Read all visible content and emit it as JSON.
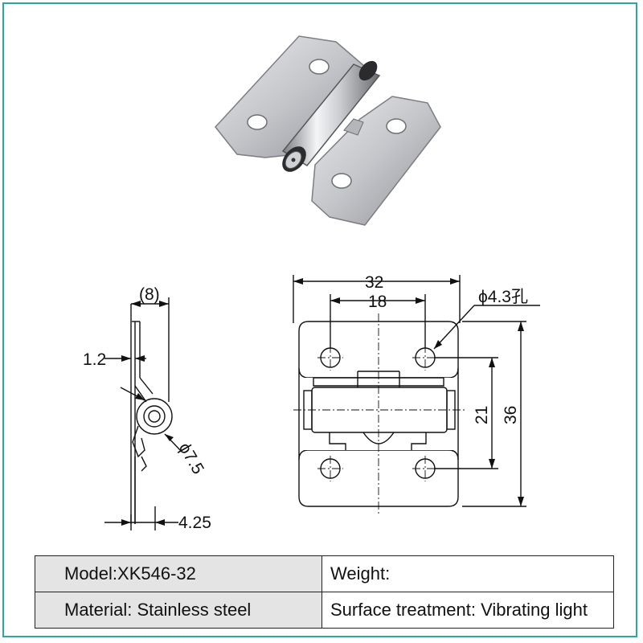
{
  "dimensions": {
    "side_width": "(8)",
    "plate_thickness": "1.2",
    "pin_diameter": "ϕ7.5",
    "side_offset": "4.25",
    "overall_width": "32",
    "hole_spacing_x": "18",
    "hole_callout": "ϕ4.3孔",
    "hole_spacing_y": "21",
    "overall_height": "36"
  },
  "specs": {
    "model": "Model:XK546-32",
    "weight": "Weight:",
    "material": "Material: Stainless steel",
    "surface": "Surface treatment: Vibrating light"
  },
  "colors": {
    "frame_border": "#2aa7a0",
    "table_left_bg": "#e4e4e4"
  }
}
